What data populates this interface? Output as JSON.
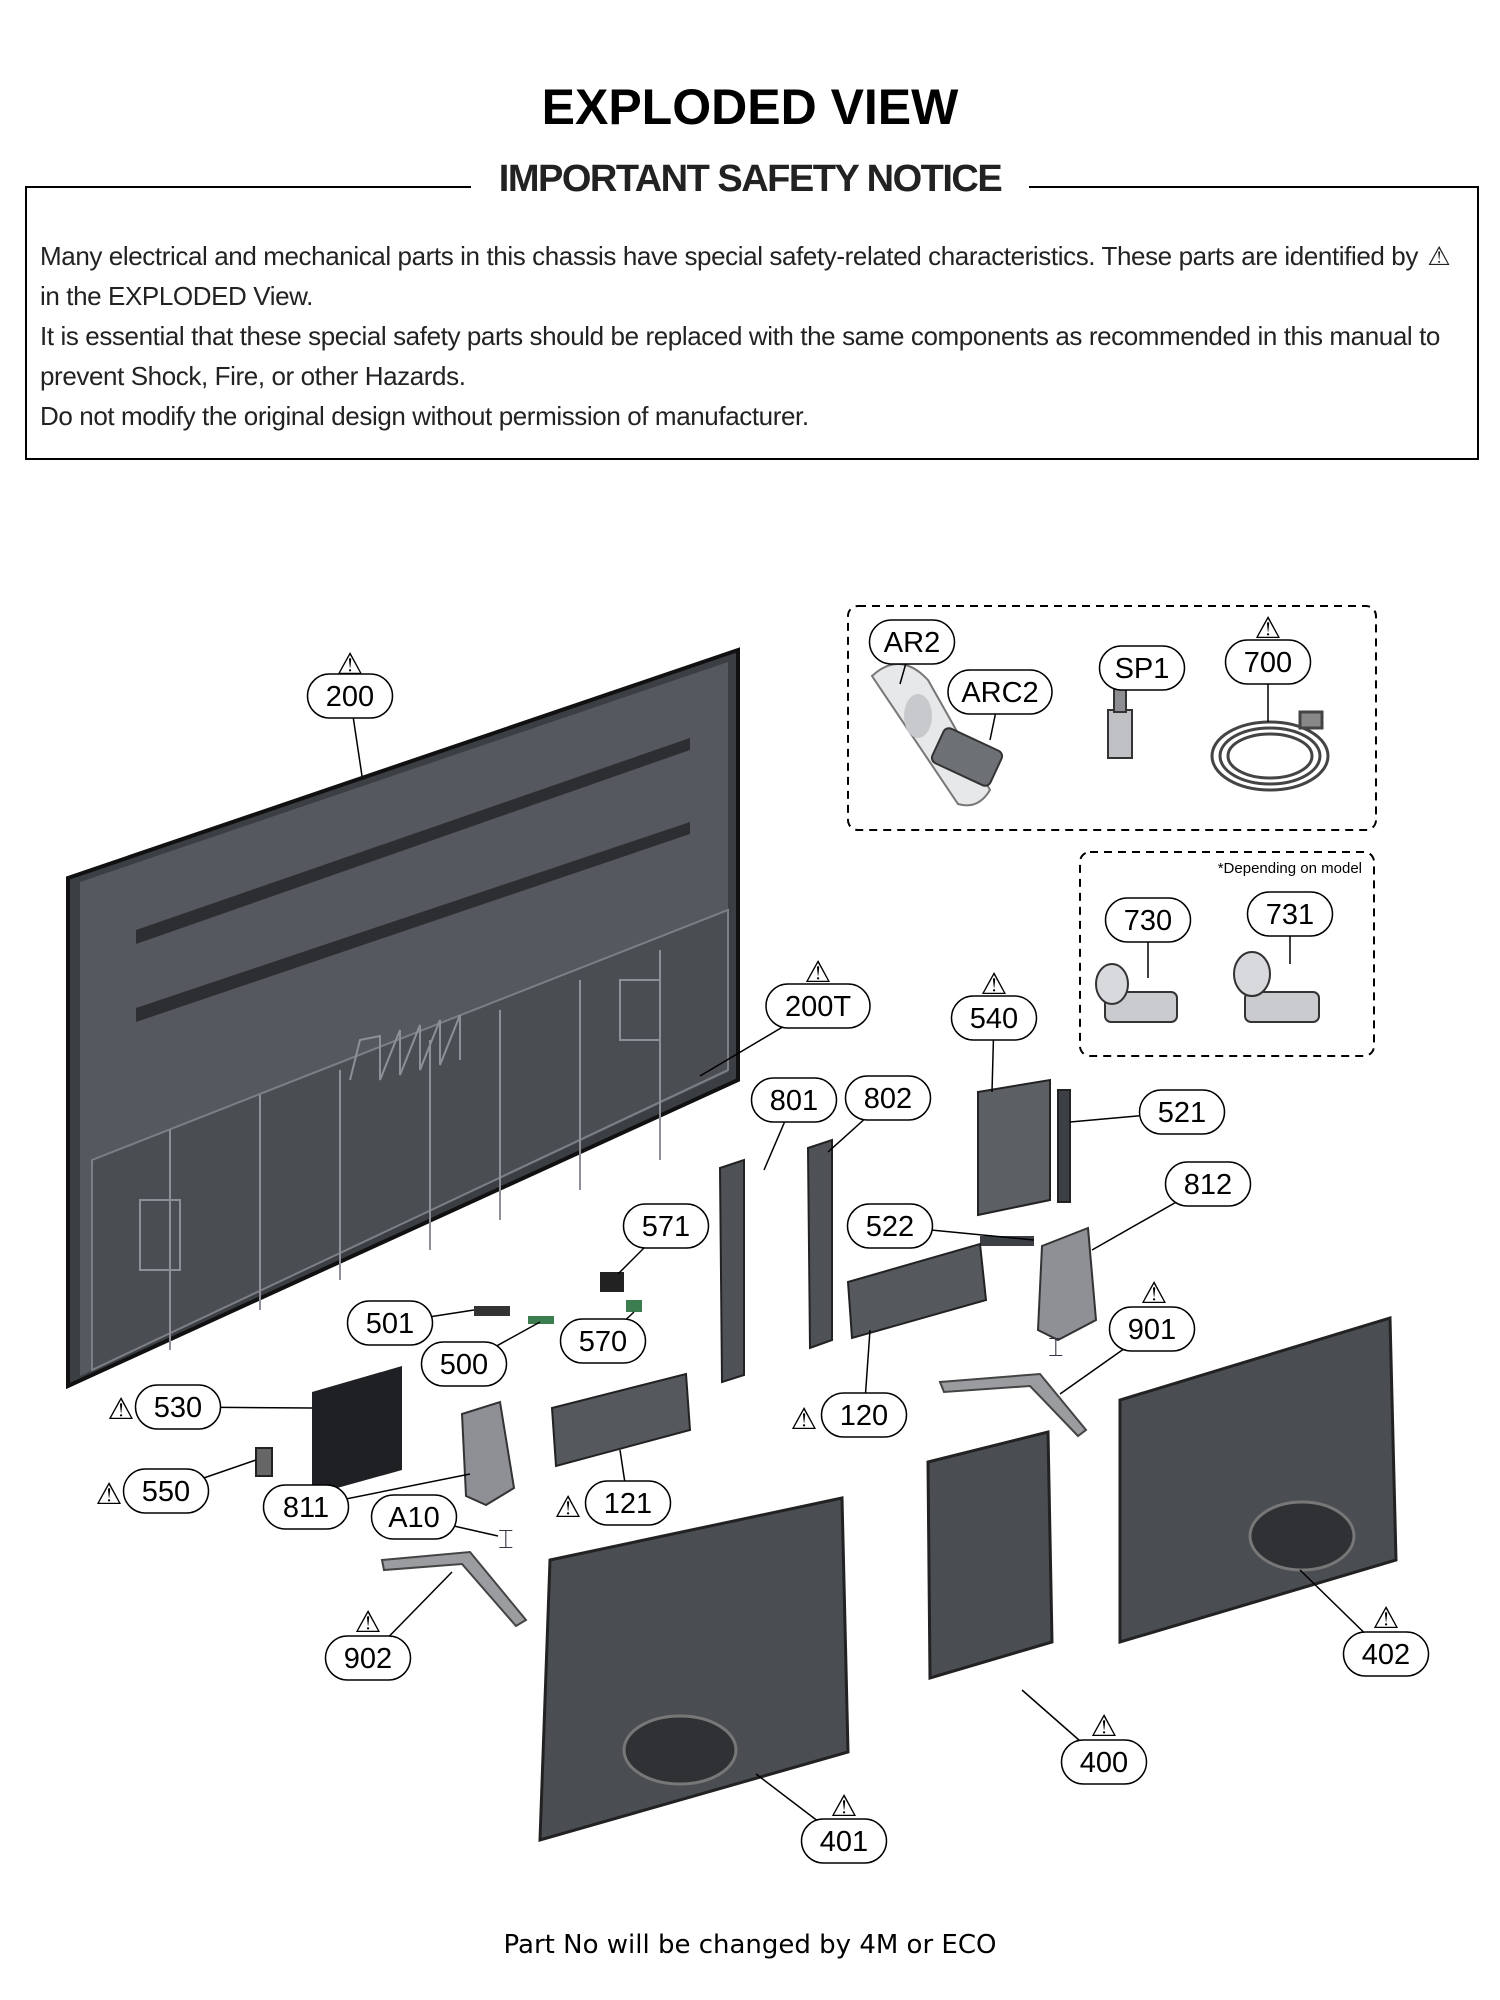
{
  "title": "EXPLODED VIEW",
  "notice": {
    "heading": "IMPORTANT SAFETY NOTICE",
    "line1a": "Many electrical and mechanical parts in this chassis have special safety-related characteristics. These parts are identified by",
    "line1b": "in the EXPLODED View.",
    "line2": "It is essential that these special safety parts should be replaced with the same components as recommended in this manual to prevent Shock, Fire, or other Hazards.",
    "line3": "Do not modify the original design without permission of manufacturer."
  },
  "accessory_note": "*Depending on model",
  "footer": "Part No will be changed by 4M or ECO",
  "colors": {
    "part_dark": "#4a4d52",
    "part_mid": "#6b6e73",
    "part_light": "#9a9ca0",
    "line": "#000000"
  },
  "parts": [
    {
      "id": "200",
      "safety": true
    },
    {
      "id": "200T",
      "safety": true
    },
    {
      "id": "AR2",
      "safety": false
    },
    {
      "id": "ARC2",
      "safety": false
    },
    {
      "id": "SP1",
      "safety": false
    },
    {
      "id": "700",
      "safety": true
    },
    {
      "id": "730",
      "safety": false
    },
    {
      "id": "731",
      "safety": false
    },
    {
      "id": "540",
      "safety": true
    },
    {
      "id": "801",
      "safety": false
    },
    {
      "id": "802",
      "safety": false
    },
    {
      "id": "521",
      "safety": false
    },
    {
      "id": "812",
      "safety": false
    },
    {
      "id": "571",
      "safety": false
    },
    {
      "id": "522",
      "safety": false
    },
    {
      "id": "501",
      "safety": false
    },
    {
      "id": "500",
      "safety": false
    },
    {
      "id": "570",
      "safety": false
    },
    {
      "id": "901",
      "safety": true
    },
    {
      "id": "530",
      "safety": true
    },
    {
      "id": "120",
      "safety": true
    },
    {
      "id": "550",
      "safety": true
    },
    {
      "id": "811",
      "safety": false
    },
    {
      "id": "121",
      "safety": true
    },
    {
      "id": "A10",
      "safety": false
    },
    {
      "id": "902",
      "safety": true
    },
    {
      "id": "402",
      "safety": true
    },
    {
      "id": "400",
      "safety": true
    },
    {
      "id": "401",
      "safety": true
    }
  ]
}
